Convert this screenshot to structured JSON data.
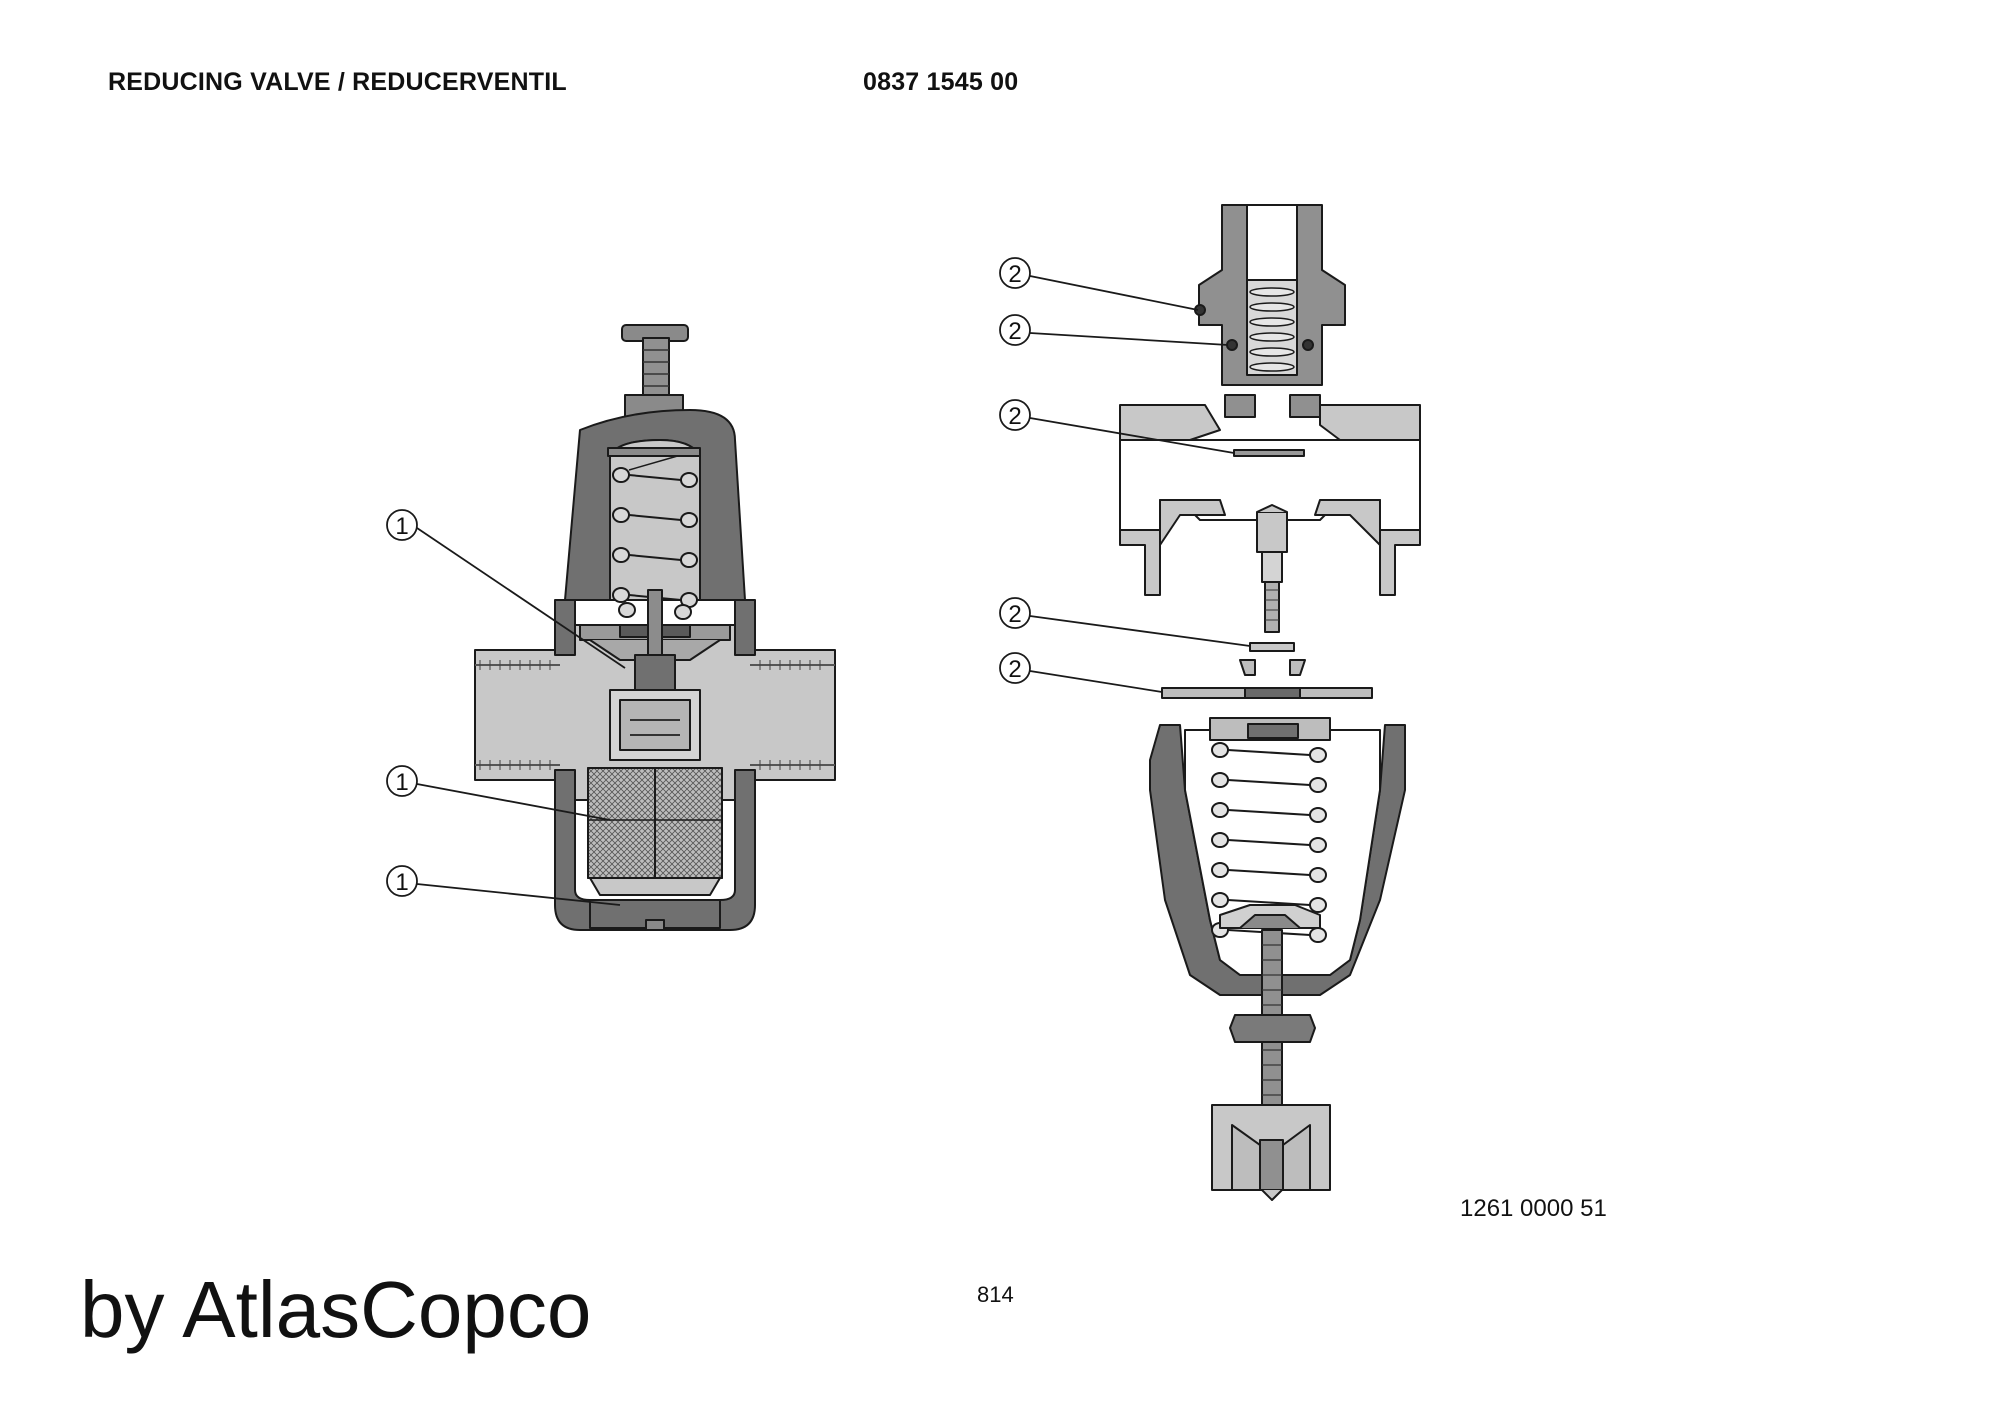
{
  "header": {
    "title": "REDUCING VALVE / REDUCERVENTIL",
    "part_number": "0837 1545 00"
  },
  "figure": {
    "drawing_number": "1261 0000 51",
    "callouts_left": [
      "1",
      "1",
      "1"
    ],
    "callouts_right": [
      "2",
      "2",
      "2",
      "2",
      "2"
    ]
  },
  "footer": {
    "page_number": "814",
    "brand": "by AtlasCopco"
  },
  "colors": {
    "dark_metal": "#707070",
    "light_metal": "#c8c8c8",
    "mid_metal": "#a0a0a0",
    "outline": "#1a1a1a"
  }
}
